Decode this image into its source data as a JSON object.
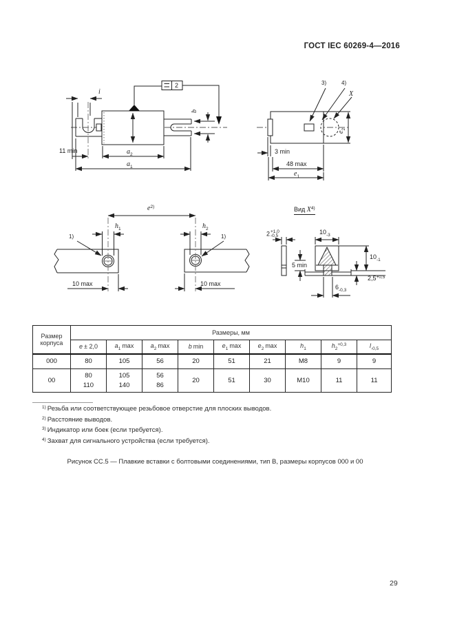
{
  "page": {
    "header": "ГОСТ IEC 60269-4—2016",
    "page_number": "29"
  },
  "figure": {
    "caption": "Рисунок СС.5 — Плавкие вставки с болтовыми соединениями, тип В,  размеры корпусов 000 и 00",
    "view_label": {
      "prefix": "Вид ",
      "x": "X",
      "sup": "4)"
    },
    "labels": {
      "i": "i",
      "frame_val": "2",
      "b": "b",
      "min11": "11 min",
      "a2": {
        "main": "a",
        "sub": "2"
      },
      "a1": {
        "main": "a",
        "sub": "1"
      },
      "note3": "3)",
      "note4": "4)",
      "x": "X",
      "e2rot": {
        "main": "e",
        "sub": "2"
      },
      "min3": "3 min",
      "max48": "48 max",
      "e1": {
        "main": "e",
        "sub": "1"
      },
      "e_sup": {
        "main": "e",
        "sup": "2)"
      },
      "h1": {
        "main": "h",
        "sub": "1"
      },
      "h2": {
        "main": "h",
        "sub": "2"
      },
      "note1_left": "1)",
      "note1_right": "1)",
      "max10_left": "10 max",
      "max10_right": "10 max",
      "plate2": {
        "main": "2",
        "sup": "+1,0",
        "sub": "-0,5"
      },
      "top10": {
        "main": "10",
        "sub": "-3"
      },
      "right10": {
        "main": "10",
        "sub": "-1"
      },
      "min5": "5 min",
      "v25": {
        "main": "2,5",
        "sup": "+0,5"
      },
      "v6": {
        "main": "6",
        "sub": "-0,3"
      }
    }
  },
  "table": {
    "corner_header": [
      "Размер",
      "корпуса"
    ],
    "span_header": "Размеры, мм",
    "columns": [
      {
        "main": "e",
        "qual": "± 2,0"
      },
      {
        "main": "a",
        "sub": "1",
        "qual": "max"
      },
      {
        "main": "a",
        "sub": "2",
        "qual": "max"
      },
      {
        "main": "b",
        "qual": "min"
      },
      {
        "main": "e",
        "sub": "1",
        "qual": "max"
      },
      {
        "main": "e",
        "sub": "2",
        "qual": "max"
      },
      {
        "main": "h",
        "sub": "1"
      },
      {
        "main": "h",
        "sub": "2",
        "sup": "+0,3"
      },
      {
        "main": "l",
        "sub": "-0,5"
      }
    ],
    "rows": [
      {
        "size": "000",
        "values": [
          "80",
          "105",
          "56",
          "20",
          "51",
          "21",
          "М8",
          "9",
          "9"
        ]
      },
      {
        "size": "00",
        "values": [
          "80\n110",
          "105\n140",
          "56\n86",
          "20",
          "51",
          "30",
          "М10",
          "11",
          "11"
        ]
      }
    ]
  },
  "footnotes": [
    {
      "sup": "1)",
      "text": "Резьба или соответствующее резьбовое отверстие для плоских выводов."
    },
    {
      "sup": "2)",
      "text": "Расстояние выводов."
    },
    {
      "sup": "3)",
      "text": "Индикатор или боек (если требуется)."
    },
    {
      "sup": "4)",
      "text": "Захват для сигнального устройства (если требуется)."
    }
  ]
}
